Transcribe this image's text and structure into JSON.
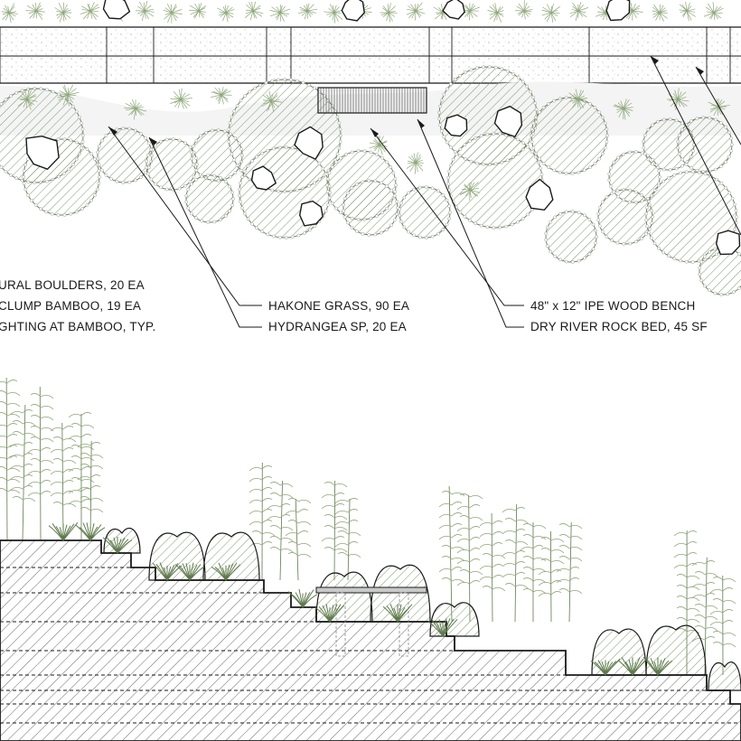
{
  "plan": {
    "labels_left": [
      {
        "text": "URAL BOULDERS, 20 EA"
      },
      {
        "text": "CLUMP BAMBOO, 19 EA"
      },
      {
        "text": "GHTING AT BAMBOO, TYP."
      }
    ],
    "labels_center": [
      {
        "text": "HAKONE GRASS, 90 EA"
      },
      {
        "text": "HYDRANGEA SP, 20 EA"
      }
    ],
    "labels_right": [
      {
        "text": "48\" x 12\" IPE WOOD BENCH"
      },
      {
        "text": "DRY RIVER ROCK BED, 45 SF"
      }
    ]
  },
  "colors": {
    "line": "#1a1a1a",
    "plant_green": "#8fa77a",
    "plant_dark": "#5f7a4c",
    "hatch": "#7e9a6a",
    "paving_dot": "#9a9a9a",
    "bench_fill": "#c9c9c9"
  },
  "icons": {
    "boulder": "boulder-icon",
    "bamboo": "bamboo-icon",
    "grass": "grass-icon",
    "shrub": "hydrangea-icon",
    "bench": "bench-icon"
  }
}
